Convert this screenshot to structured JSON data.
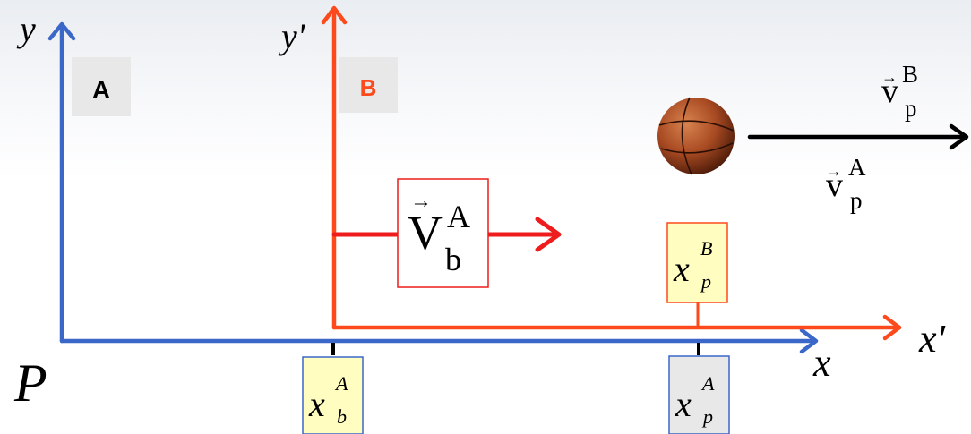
{
  "colors": {
    "frame_a": "#3a67c8",
    "frame_b": "#fd4a1c",
    "velocity": "#ee1c1c",
    "arrow_black": "#000000",
    "label_box_grey": "#e8e8e8",
    "yellow_box": "#fffdc0",
    "ball": "#a84a22"
  },
  "frame_a": {
    "box_label": "A",
    "y_axis_label": "y",
    "x_axis_label": "x"
  },
  "frame_b": {
    "box_label": "B",
    "y_axis_label": "y'",
    "x_axis_label": "x'"
  },
  "point_label": "P",
  "velocity_b_relative_a": {
    "symbol": "V",
    "superscript": "A",
    "subscript": "b"
  },
  "velocity_p_relative_b": {
    "symbol": "v",
    "superscript": "B",
    "subscript": "p"
  },
  "velocity_p_relative_a": {
    "symbol": "v",
    "superscript": "A",
    "subscript": "p"
  },
  "position_b_in_a": {
    "symbol": "x",
    "superscript": "A",
    "subscript": "b"
  },
  "position_p_in_b": {
    "symbol": "x",
    "superscript": "B",
    "subscript": "p"
  },
  "position_p_in_a": {
    "symbol": "x",
    "superscript": "A",
    "subscript": "p"
  },
  "ball_icon": "basketball-icon"
}
